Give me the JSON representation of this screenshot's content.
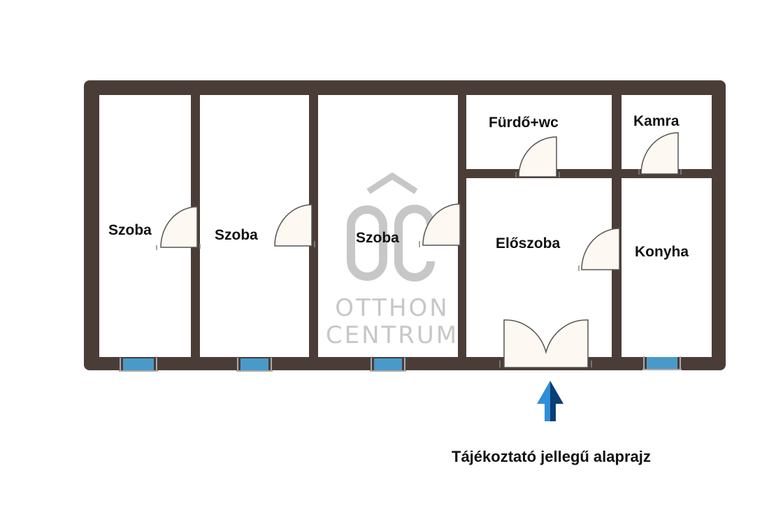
{
  "floorplan": {
    "rooms": [
      {
        "id": "szoba-1",
        "label": "Szoba"
      },
      {
        "id": "szoba-2",
        "label": "Szoba"
      },
      {
        "id": "szoba-3",
        "label": "Szoba"
      },
      {
        "id": "furdo",
        "label": "Fürdő+wc"
      },
      {
        "id": "kamra",
        "label": "Kamra"
      },
      {
        "id": "eloszoba",
        "label": "Előszoba"
      },
      {
        "id": "konyha",
        "label": "Konyha"
      }
    ],
    "caption": "Tájékoztató jellegű alaprajz"
  },
  "watermark": {
    "logo_letters": "OC",
    "line1": "OTTHON",
    "line2": "CENTRUM"
  },
  "colors": {
    "wall": "#4a3d38",
    "door_fill": "#fdf8f1",
    "window_fill": "#4a9ac9",
    "watermark": "#c7c7c7",
    "arrow_light": "#2e8fd6",
    "arrow_dark": "#0c3e78"
  },
  "icons": {
    "entrance": "north-arrow-icon"
  }
}
